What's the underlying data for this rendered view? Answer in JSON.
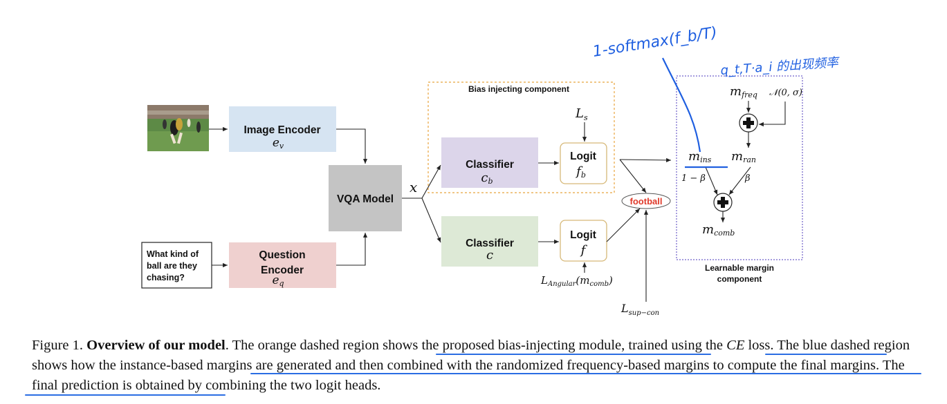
{
  "figure": {
    "boxes": {
      "image_encoder": {
        "title": "Image Encoder",
        "sym": "e",
        "sub": "v"
      },
      "question_encoder": {
        "title1": "Question",
        "title2": "Encoder",
        "sym": "e",
        "sub": "q"
      },
      "question_text": [
        "What kind of",
        "ball are they",
        "chasing?"
      ],
      "vqa_model": "VQA Model",
      "x_label": "x",
      "classifier_bias": {
        "title": "Classifier",
        "sym": "c",
        "sub": "b"
      },
      "classifier_main": {
        "title": "Classifier",
        "sym": "c"
      },
      "logit_bias": {
        "title": "Logit",
        "sym": "f",
        "sub": "b"
      },
      "logit_main": {
        "title": "Logit",
        "sym": "f"
      },
      "answer": "football"
    },
    "regions": {
      "bias_title": "Bias injecting component",
      "margin_title1": "Learnable margin",
      "margin_title2": "component"
    },
    "math": {
      "L_s": {
        "sym": "L",
        "sub": "s"
      },
      "L_angular": {
        "sym": "L",
        "sub": "Angular",
        "arg": "(m",
        "argsub": "comb",
        "close": ")"
      },
      "L_supcon": {
        "sym": "L",
        "sub": "sup−con"
      },
      "m_freq": {
        "sym": "m",
        "sub": "freq"
      },
      "normal": "𝒩(0, σ)",
      "m_ins": {
        "sym": "m",
        "sub": "ins"
      },
      "m_ran": {
        "sym": "m",
        "sub": "ran"
      },
      "m_comb": {
        "sym": "m",
        "sub": "comb"
      },
      "one_minus_beta": "1 − β",
      "beta": "β"
    },
    "handwriting": {
      "note1": "1-softmax(f_b/T)",
      "note2": "q_t,T·a_i 的出现频率"
    },
    "colors": {
      "image_encoder": "#d6e4f2",
      "question_encoder": "#efd0cf",
      "vqa": "#c4c4c4",
      "classifier_bias": "#dcd5ea",
      "classifier_main": "#dde9d6",
      "logit_border": "#d6b878",
      "bias_region": "#e8a33c",
      "margin_region": "#6e5fc9",
      "answer": "#e03a2a",
      "ink": "#1f5fe0"
    }
  },
  "caption": {
    "prefix": "Figure 1. ",
    "title": "Overview of our model",
    "p1": ". The orange dashed region ",
    "p2": "shows the proposed bias-injecting module",
    "p3": ", trained ",
    "p4": "using the ",
    "ce": "CE",
    "p5": " loss.",
    "p6": " The blue dashed region shows how the ",
    "p7": "instance-based margins are generated and then combined with the randomized frequency-based margins to compute the final margins.",
    "p8": " The final prediction is obtained by combining the two logit heads."
  }
}
